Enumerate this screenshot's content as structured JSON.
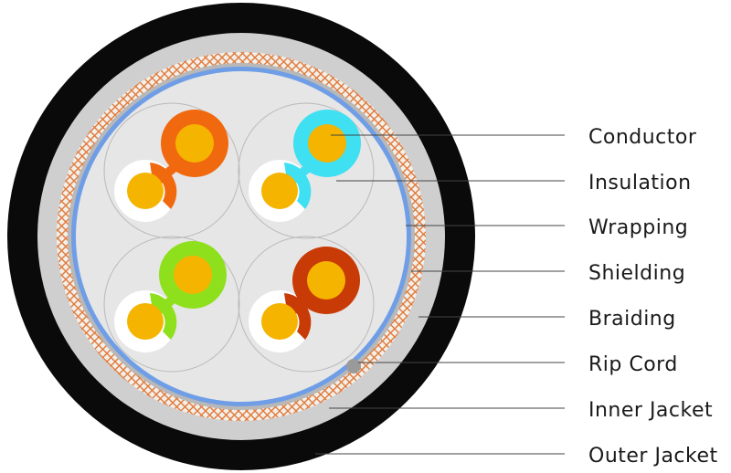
{
  "labels": {
    "conductor": "Conductor",
    "insulation": "Insulation",
    "wrapping": "Wrapping",
    "shielding": "Shielding",
    "braiding": "Braiding",
    "rip_cord": "Rip Cord",
    "inner_jacket": "Inner Jacket",
    "outer_jacket": "Outer Jacket"
  },
  "colors": {
    "outer_jacket": "#0a0a0a",
    "inner_jacket": "#cfcfcf",
    "braiding": "#e0783a",
    "shielding": "#b8b8b8",
    "wrapping": "#6f9ee6",
    "core": "#e6e6e6",
    "conductor": "#f5b400",
    "pair_orange": "#f0690f",
    "pair_blue": "#3ee0f2",
    "pair_green": "#8fe01c",
    "pair_brown": "#c83a06",
    "pair_white": "#ffffff",
    "rip_cord": "#9a9a9a"
  }
}
